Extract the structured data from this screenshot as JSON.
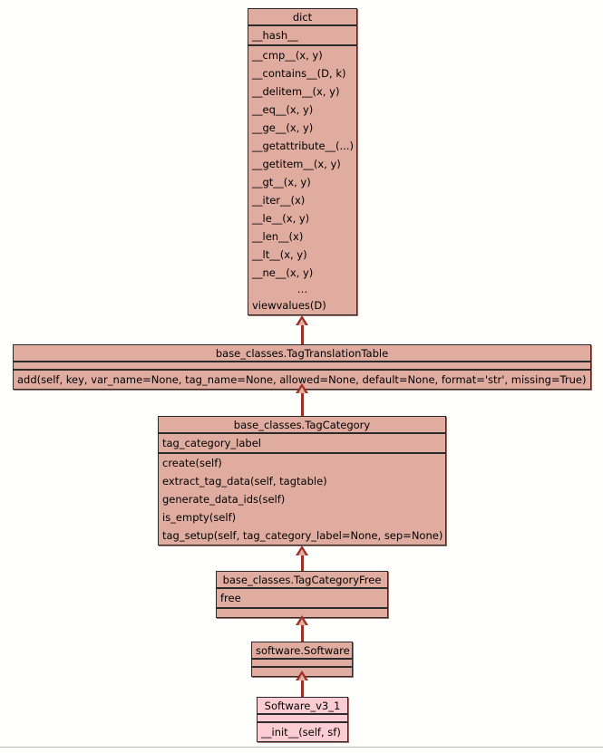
{
  "diagram": {
    "title": "UML class inheritance diagram",
    "background_color": "#fffffd",
    "class_fill_color": "#e0aca0",
    "class_fill_color_light": "#fbcdd2",
    "border_color": "#2b2b2b",
    "connector_color": "#9e2f26",
    "ellipsis": "…"
  },
  "classes": {
    "dict": {
      "name": "dict",
      "attributes": [
        "__hash__"
      ],
      "methods": [
        "__cmp__(x, y)",
        "__contains__(D, k)",
        "__delitem__(x, y)",
        "__eq__(x, y)",
        "__ge__(x, y)",
        "__getattribute__(...)",
        "__getitem__(x, y)",
        "__gt__(x, y)",
        "__iter__(x)",
        "__le__(x, y)",
        "__len__(x)",
        "__lt__(x, y)",
        "__ne__(x, y)",
        "…",
        "viewvalues(D)"
      ]
    },
    "tag_translation_table": {
      "name": "base_classes.TagTranslationTable",
      "attributes": [],
      "methods": [
        "add(self, key, var_name=None, tag_name=None, allowed=None, default=None, format='str', missing=True)"
      ]
    },
    "tag_category": {
      "name": "base_classes.TagCategory",
      "attributes": [
        "tag_category_label"
      ],
      "methods": [
        "create(self)",
        "extract_tag_data(self, tagtable)",
        "generate_data_ids(self)",
        "is_empty(self)",
        "tag_setup(self, tag_category_label=None, sep=None)"
      ]
    },
    "tag_category_free": {
      "name": "base_classes.TagCategoryFree",
      "attributes": [
        "free"
      ],
      "methods": []
    },
    "software": {
      "name": "software.Software",
      "attributes": [],
      "methods": []
    },
    "software_v3_1": {
      "name": "Software_v3_1",
      "attributes": [],
      "methods": [
        "__init__(self, sf)"
      ]
    }
  },
  "relations": [
    {
      "name": "dict-to-tagtranslationtable",
      "type": "generalization",
      "child": "base_classes.TagTranslationTable",
      "parent": "dict"
    },
    {
      "name": "tagtranslationtable-to-tagcategory",
      "type": "generalization",
      "child": "base_classes.TagCategory",
      "parent": "base_classes.TagTranslationTable"
    },
    {
      "name": "tagcategory-to-tagcategoryfree",
      "type": "generalization",
      "child": "base_classes.TagCategoryFree",
      "parent": "base_classes.TagCategory"
    },
    {
      "name": "tagcategoryfree-to-software",
      "type": "generalization",
      "child": "software.Software",
      "parent": "base_classes.TagCategoryFree"
    },
    {
      "name": "software-to-software-v3-1",
      "type": "generalization",
      "child": "Software_v3_1",
      "parent": "software.Software"
    }
  ]
}
